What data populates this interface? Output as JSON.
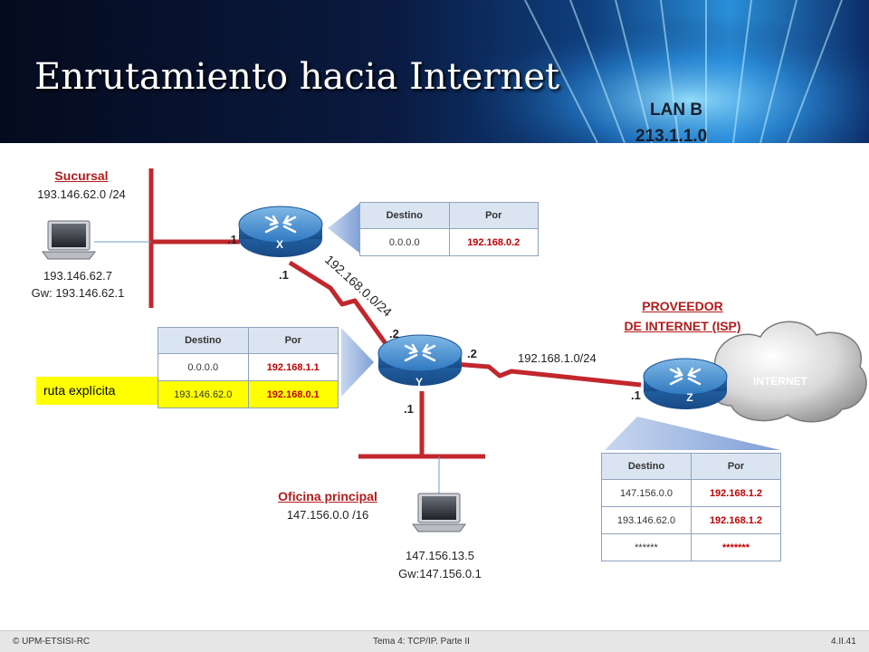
{
  "title": "Enrutamiento hacia Internet",
  "lan_label": [
    "LAN B",
    "213.1.1.0"
  ],
  "sucursal": {
    "name": "Sucursal",
    "network": "193.146.62.0 /24"
  },
  "host_sucursal": {
    "ip": "193.146.62.7",
    "gw": "Gw: 193.146.62.1"
  },
  "oficina": {
    "name": "Oficina principal",
    "network": "147.156.0.0 /16"
  },
  "host_oficina": {
    "ip": "147.156.13.5",
    "gw": "Gw:147.156.0.1"
  },
  "isp": {
    "line1": "PROVEEDOR",
    "line2": "DE INTERNET (ISP)"
  },
  "internet_label": "INTERNET",
  "routers": {
    "x": "X",
    "y": "Y",
    "z": "Z"
  },
  "links": {
    "xy": "192.168.0.0/24",
    "yz": "192.168.1.0/24"
  },
  "interfaces": {
    "x_lan": ".1",
    "x_wan": ".1",
    "y_top": ".2",
    "y_right": ".2",
    "y_bottom": ".1",
    "z_left": ".1"
  },
  "explicit_route_label": "ruta explícita",
  "tables": {
    "header": {
      "dest": "Destino",
      "via": "Por"
    },
    "x": [
      {
        "dest": "0.0.0.0",
        "via": "192.168.0.2"
      }
    ],
    "y": [
      {
        "dest": "0.0.0.0",
        "via": "192.168.1.1"
      },
      {
        "dest": "193.146.62.0",
        "via": "192.168.0.1"
      }
    ],
    "z": [
      {
        "dest": "147.156.0.0",
        "via": "192.168.1.2"
      },
      {
        "dest": "193.146.62.0",
        "via": "192.168.1.2"
      },
      {
        "dest": "******",
        "via": "*******"
      }
    ]
  },
  "footer": {
    "left": "© UPM-ETSISI-RC",
    "center": "Tema 4: TCP/IP. Parte II",
    "right": "4.II.41"
  }
}
